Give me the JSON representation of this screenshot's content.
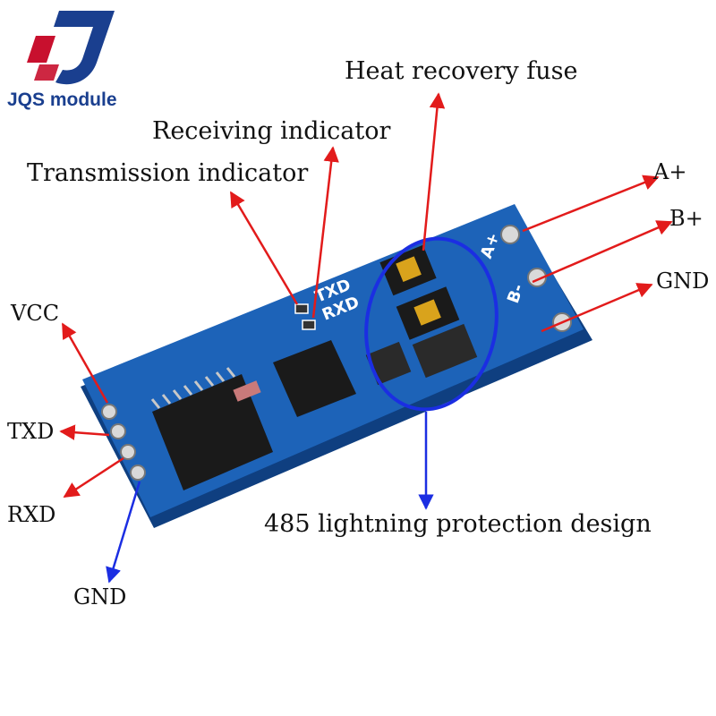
{
  "logo": {
    "text": "JQS module",
    "colors": {
      "primary": "#1a3f8f",
      "accent": "#c8102e"
    }
  },
  "labels": {
    "heat_fuse": "Heat recovery fuse",
    "receiving": "Receiving indicator",
    "transmission": "Transmission indicator",
    "a_plus": "A+",
    "b_plus": "B+",
    "gnd_right": "GND",
    "vcc": "VCC",
    "txd": "TXD",
    "rxd": "RXD",
    "gnd_left": "GND",
    "lightning": "485 lightning protection design"
  },
  "board": {
    "silkscreen_txd": "TXD",
    "silkscreen_rxd": "RXD",
    "silkscreen_a": "A+",
    "silkscreen_b": "B-",
    "colors": {
      "pcb": "#1d63b8",
      "pcb_edge": "#0f3f80",
      "chip": "#1a1a1a",
      "pad": "#d9d9d9"
    }
  },
  "colors": {
    "arrow_red": "#e21b1b",
    "arrow_blue": "#1b2ee2",
    "ellipse": "#1b2ee2"
  }
}
